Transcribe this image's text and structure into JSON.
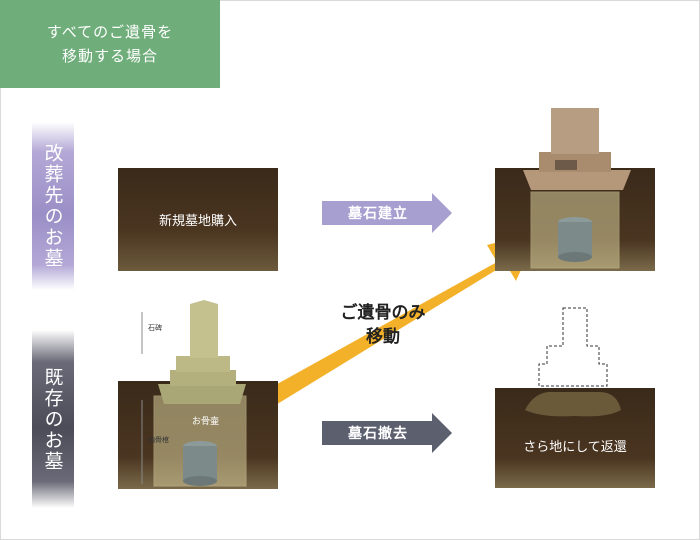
{
  "title": {
    "line1": "すべてのご遺骨を",
    "line2": "移動する場合"
  },
  "rows": {
    "top_label": "改葬先のお墓",
    "bottom_label": "既存のお墓"
  },
  "new_plot": {
    "label": "新規墓地購入"
  },
  "arrows": {
    "build_label": "墓石建立",
    "remove_label": "墓石撤去",
    "move_line1": "ご遺骨のみ",
    "move_line2": "移動"
  },
  "old_grave": {
    "stone_label": "石碑",
    "urn_label": "お骨壷",
    "chamber_label": "納骨棺"
  },
  "empty_plot": {
    "label": "さら地にして返還"
  },
  "colors": {
    "title_green": "#6fae7a",
    "build_arrow": "#a79fd0",
    "remove_arrow": "#5b5f6e",
    "move_arrow": "#f3b12a",
    "soil": "#4a3520"
  }
}
